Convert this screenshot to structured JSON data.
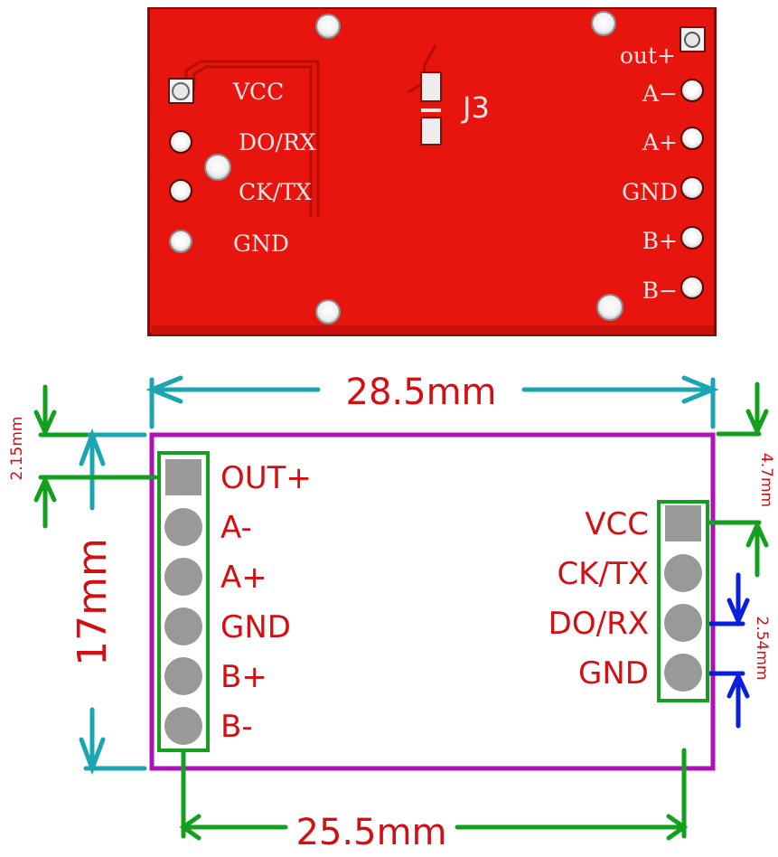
{
  "colors": {
    "pcb_red": "#e8140e",
    "pcb_edge": "#b80c08",
    "silkscreen": "#f6e6e4",
    "pad_silver": "#e9e9e9",
    "outline_purple": "#b010b8",
    "header_green": "#12a01e",
    "dim_teal": "#1aa5b0",
    "dim_blue": "#0a1ee0",
    "label_red": "#d40f14",
    "pin_gray": "#999999"
  },
  "photo": {
    "left_header_labels": [
      "VCC",
      "DO/RX",
      "CK/TX",
      "GND"
    ],
    "right_header_labels": [
      "out+",
      "A−",
      "A+",
      "GND",
      "B+",
      "B−"
    ],
    "jumper_label": "J3"
  },
  "diagram": {
    "left_header": {
      "pins": [
        {
          "label": "OUT+",
          "shape": "square"
        },
        {
          "label": "A-",
          "shape": "round"
        },
        {
          "label": "A+",
          "shape": "round"
        },
        {
          "label": "GND",
          "shape": "round"
        },
        {
          "label": "B+",
          "shape": "round"
        },
        {
          "label": "B-",
          "shape": "round"
        }
      ]
    },
    "right_header": {
      "pins": [
        {
          "label": "VCC",
          "shape": "square"
        },
        {
          "label": "CK/TX",
          "shape": "round"
        },
        {
          "label": "DO/RX",
          "shape": "round"
        },
        {
          "label": "GND",
          "shape": "round"
        }
      ]
    },
    "dimensions": {
      "board_width": "28.5mm",
      "board_height": "17mm",
      "header_spacing": "25.5mm",
      "left_header_offset": "2.15mm",
      "right_header_offset": "4.7mm",
      "pin_pitch": "2.54mm"
    }
  }
}
